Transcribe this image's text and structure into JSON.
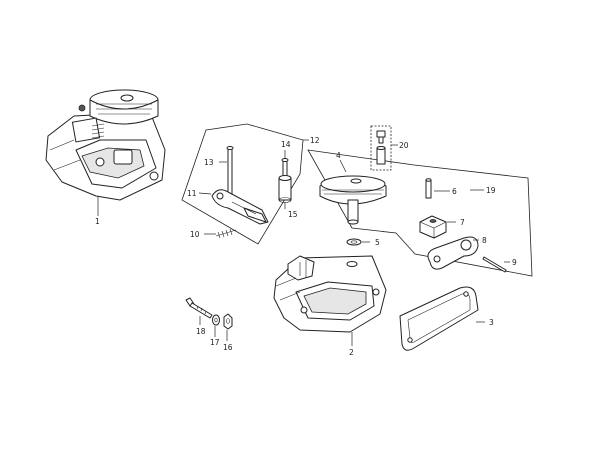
{
  "callouts": {
    "c1": "1",
    "c2": "2",
    "c3": "3",
    "c4": "4",
    "c5": "5",
    "c6": "6",
    "c7": "7",
    "c8": "8",
    "c9": "9",
    "c10": "10",
    "c11": "11",
    "c12": "12",
    "c13": "13",
    "c14": "14",
    "c15": "15",
    "c16": "16",
    "c17": "17",
    "c18": "18",
    "c19": "19",
    "c20": "20"
  },
  "colors": {
    "line": "#222222",
    "fill": "#ffffff",
    "shade": "#e6e6e6"
  }
}
